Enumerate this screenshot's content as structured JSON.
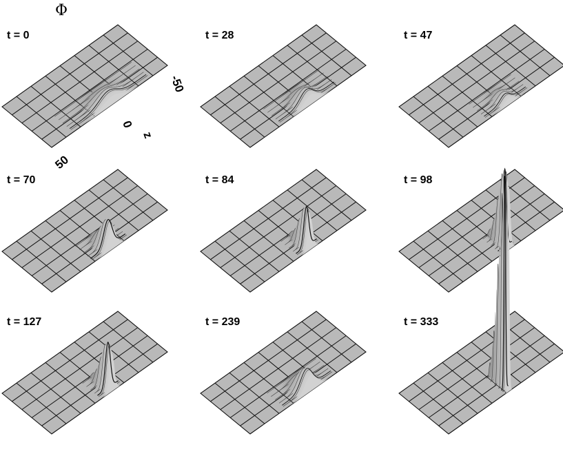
{
  "chart_data": {
    "type": "surface",
    "quantity_label": "Φ",
    "grid_cells": [
      8,
      5
    ],
    "axis": {
      "label": "z",
      "ticks": [
        "-50",
        "0",
        "50"
      ]
    },
    "surface_color": "#b9b9b9",
    "grid_color": "#111111",
    "panels": [
      {
        "label": "t = 0",
        "time": 0,
        "peak": 0.22,
        "width": 0.11,
        "kind": "bump"
      },
      {
        "label": "t = 28",
        "time": 28,
        "peak": 0.25,
        "width": 0.08,
        "kind": "bump"
      },
      {
        "label": "t = 47",
        "time": 47,
        "peak": 0.16,
        "width": 0.06,
        "kind": "bump"
      },
      {
        "label": "t = 70",
        "time": 70,
        "peak": 0.55,
        "width": 0.05,
        "kind": "spike"
      },
      {
        "label": "t = 84",
        "time": 84,
        "peak": 0.82,
        "width": 0.03,
        "kind": "spike"
      },
      {
        "label": "t = 98",
        "time": 98,
        "peak": 1.6,
        "width": 0.02,
        "kind": "spike"
      },
      {
        "label": "t = 127",
        "time": 127,
        "peak": 0.95,
        "width": 0.03,
        "kind": "spike"
      },
      {
        "label": "t = 239",
        "time": 239,
        "peak": 0.4,
        "width": 0.07,
        "kind": "bump"
      },
      {
        "label": "t = 333",
        "time": 333,
        "peak": 4.4,
        "width": 0.01,
        "kind": "spike"
      }
    ]
  }
}
